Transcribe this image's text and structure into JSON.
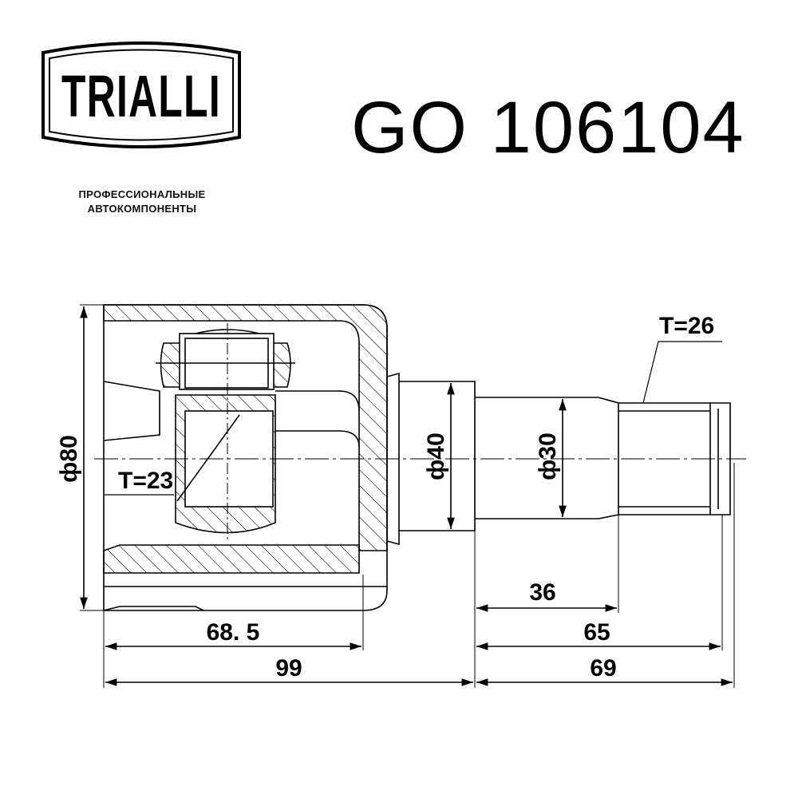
{
  "brand": {
    "logo_text": "TRIALLI",
    "tagline_line1": "ПРОФЕССИОНАЛЬНЫЕ",
    "tagline_line2": "АВТОКОМПОНЕНТЫ"
  },
  "part_number": "GO 106104",
  "drawing": {
    "outer_diameter": "ф80",
    "stem_diameter": "ф40",
    "shaft_diameter": "ф30",
    "inner_spline": "T=23",
    "outer_spline": "T=26",
    "dims": {
      "d36": "36",
      "d65": "65",
      "d68_5": "68. 5",
      "d99": "99",
      "d69": "69"
    }
  }
}
